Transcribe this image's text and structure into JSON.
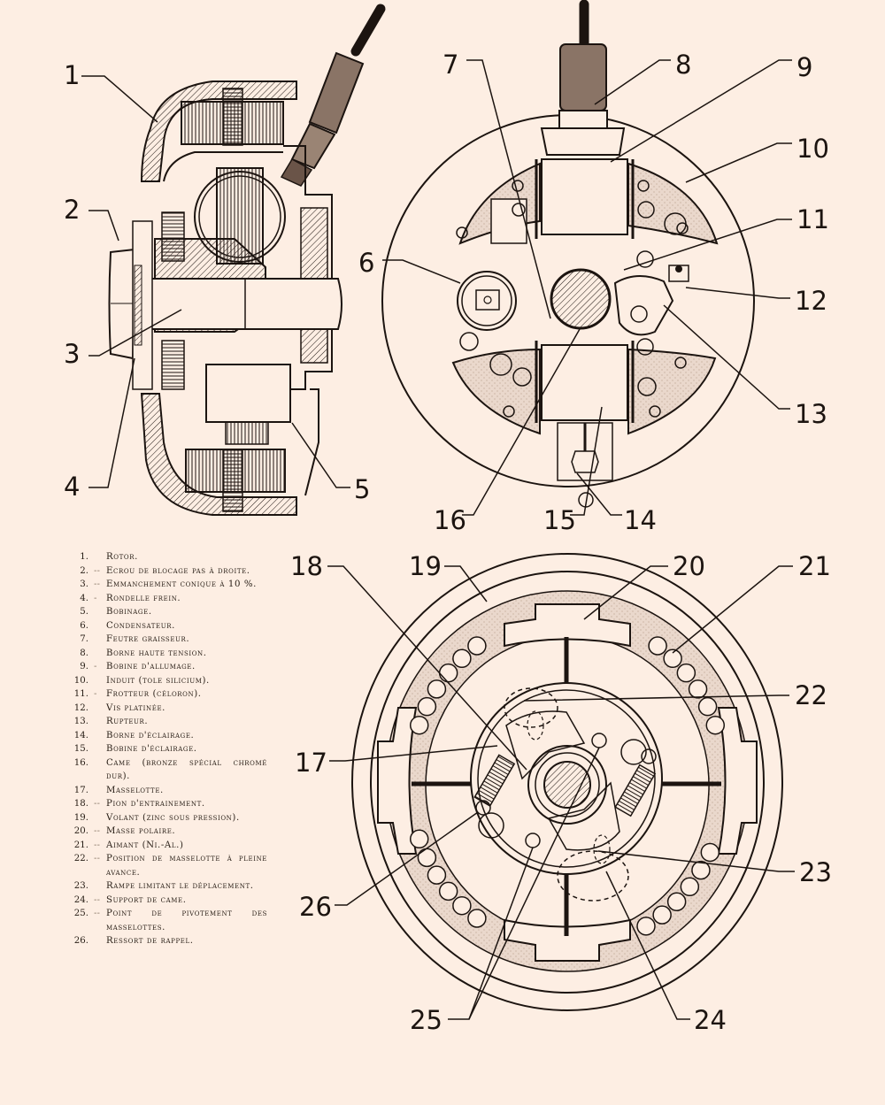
{
  "figure": {
    "subject": "Flywheel magneto — exploded/section views",
    "views": [
      {
        "id": "section-view",
        "callouts": [
          "1",
          "2",
          "3",
          "4",
          "5"
        ]
      },
      {
        "id": "stator-plate-view",
        "callouts": [
          "6",
          "7",
          "8",
          "9",
          "10",
          "11",
          "12",
          "13",
          "14",
          "15",
          "16"
        ]
      },
      {
        "id": "flywheel-view",
        "callouts": [
          "17",
          "18",
          "19",
          "20",
          "21",
          "22",
          "23",
          "24",
          "25",
          "26"
        ]
      }
    ]
  },
  "legend": [
    {
      "num": "1.",
      "dash": "",
      "text": "Rotor."
    },
    {
      "num": "2.",
      "dash": "--",
      "text": "Ecrou de blocage pas à droite."
    },
    {
      "num": "3.",
      "dash": "--",
      "text": "Emmanchement conique à 10 %."
    },
    {
      "num": "4.",
      "dash": "-",
      "text": "Rondelle frein."
    },
    {
      "num": "5.",
      "dash": "",
      "text": "Bobinage."
    },
    {
      "num": "6.",
      "dash": "",
      "text": "Condensateur."
    },
    {
      "num": "7.",
      "dash": "",
      "text": "Feutre graisseur."
    },
    {
      "num": "8.",
      "dash": "",
      "text": "Borne haute tension."
    },
    {
      "num": "9.",
      "dash": "-",
      "text": "Bobine d'allumage."
    },
    {
      "num": "10.",
      "dash": "",
      "text": "Induit (tole silicium)."
    },
    {
      "num": "11.",
      "dash": "-",
      "text": "Frotteur (céloron)."
    },
    {
      "num": "12.",
      "dash": "",
      "text": "Vis platinée."
    },
    {
      "num": "13.",
      "dash": "",
      "text": "Rupteur."
    },
    {
      "num": "14.",
      "dash": "",
      "text": "Borne d'éclairage."
    },
    {
      "num": "15.",
      "dash": "",
      "text": "Bobine d'éclairage."
    },
    {
      "num": "16.",
      "dash": "",
      "text": "Came (bronze spécial chromé dur)."
    },
    {
      "num": "17.",
      "dash": "",
      "text": "Masselotte."
    },
    {
      "num": "18.",
      "dash": "--",
      "text": "Pion d'entrainement."
    },
    {
      "num": "19.",
      "dash": "",
      "text": "Volant (zinc sous pression)."
    },
    {
      "num": "20.",
      "dash": "--",
      "text": "Masse polaire."
    },
    {
      "num": "21.",
      "dash": "--",
      "text": "Aimant (Ni.-Al.)"
    },
    {
      "num": "22.",
      "dash": "--",
      "text": "Position de masselotte à pleine avance."
    },
    {
      "num": "23.",
      "dash": "",
      "text": "Rampe limitant le déplacement."
    },
    {
      "num": "24.",
      "dash": "--",
      "text": "Support de came."
    },
    {
      "num": "25.",
      "dash": "--",
      "text": "Point de pivotement des masselottes."
    },
    {
      "num": "26.",
      "dash": "",
      "text": "Ressort de rappel."
    }
  ],
  "labels": {
    "l1": "1",
    "l2": "2",
    "l3": "3",
    "l4": "4",
    "l5": "5",
    "l6": "6",
    "l7": "7",
    "l8": "8",
    "l9": "9",
    "l10": "10",
    "l11": "11",
    "l12": "12",
    "l13": "13",
    "l14": "14",
    "l15": "15",
    "l16": "16",
    "l17": "17",
    "l18": "18",
    "l19": "19",
    "l20": "20",
    "l21": "21",
    "l22": "22",
    "l23": "23",
    "l24": "24",
    "l25": "25",
    "l26": "26"
  },
  "colors": {
    "paper": "#fdeee3",
    "ink": "#1c1410",
    "shade": "#e6d6ca"
  }
}
